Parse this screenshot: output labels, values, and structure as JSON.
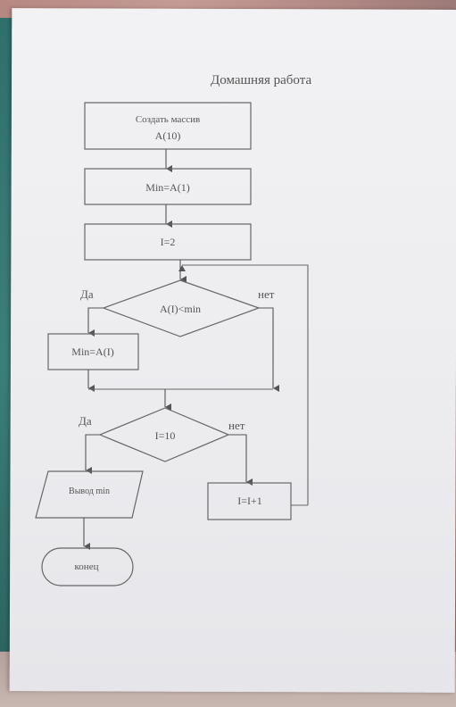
{
  "title": "Домашняя работа",
  "blocks": {
    "create_array_line1": "Создать массив",
    "create_array_line2": "A(10)",
    "init_min": "Min=A(1)",
    "init_i": "I=2",
    "cond_min": "A(I)<min",
    "assign_min": "Min=A(I)",
    "cond_i": "I=10",
    "output": "Вывод min",
    "increment": "I=I+1",
    "end": "конец"
  },
  "labels": {
    "yes_1": "Да",
    "no_1": "нет",
    "yes_2": "Да",
    "no_2": "нет"
  },
  "colors": {
    "ink": "#555555",
    "paper": "#eeeef0"
  }
}
